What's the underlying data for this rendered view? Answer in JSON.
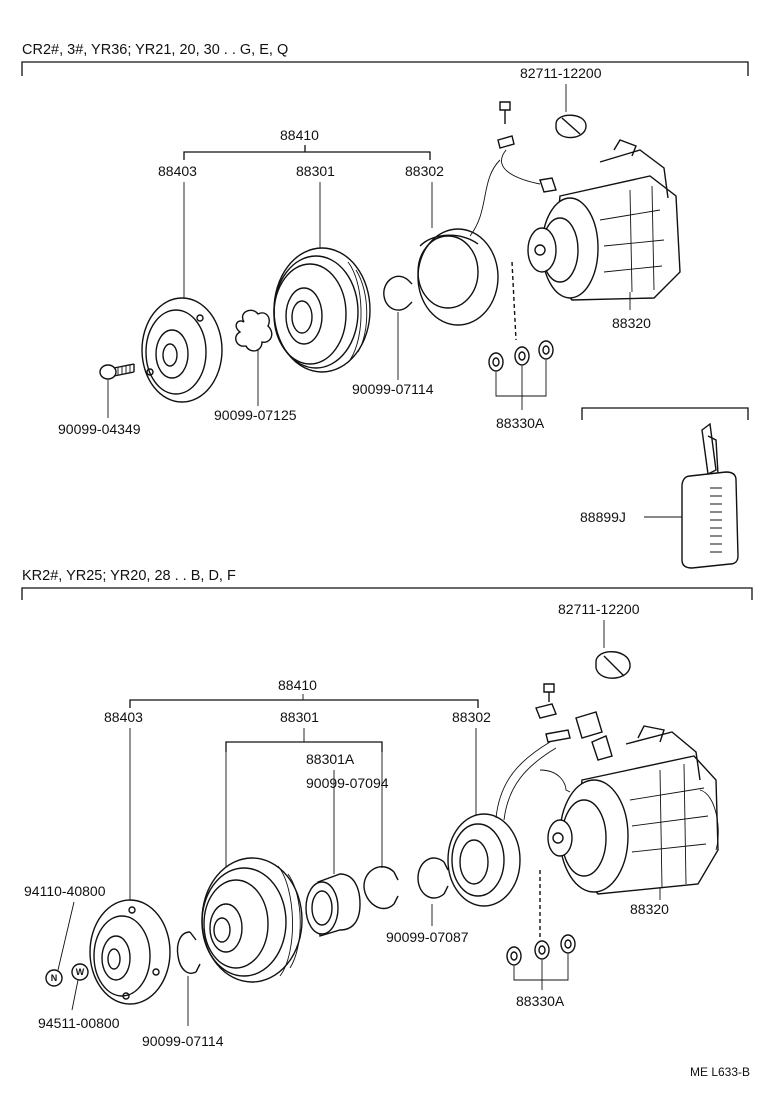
{
  "top_section": {
    "header": "CR2#, 3#, YR36; YR21, 20, 30 . . G, E, Q",
    "labels": {
      "p82711": "82711-12200",
      "p88410": "88410",
      "p88403": "88403",
      "p88301": "88301",
      "p88302": "88302",
      "p88320": "88320",
      "p90099_07114": "90099-07114",
      "p90099_07125": "90099-07125",
      "p90099_04349": "90099-04349",
      "p88330A": "88330A",
      "p88899J": "88899J"
    }
  },
  "bottom_section": {
    "header": "KR2#, YR25; YR20, 28 . . B, D, F",
    "labels": {
      "p82711": "82711-12200",
      "p88410": "88410",
      "p88403": "88403",
      "p88301": "88301",
      "p88302": "88302",
      "p88301A": "88301A",
      "p90099_07094": "90099-07094",
      "p88320": "88320",
      "p94110": "94110-40800",
      "p90099_07087": "90099-07087",
      "p94511": "94511-00800",
      "p90099_07114": "90099-07114",
      "p88330A": "88330A",
      "washer_n": "N",
      "washer_w": "W"
    }
  },
  "footer": {
    "code": "ME L633-B"
  }
}
